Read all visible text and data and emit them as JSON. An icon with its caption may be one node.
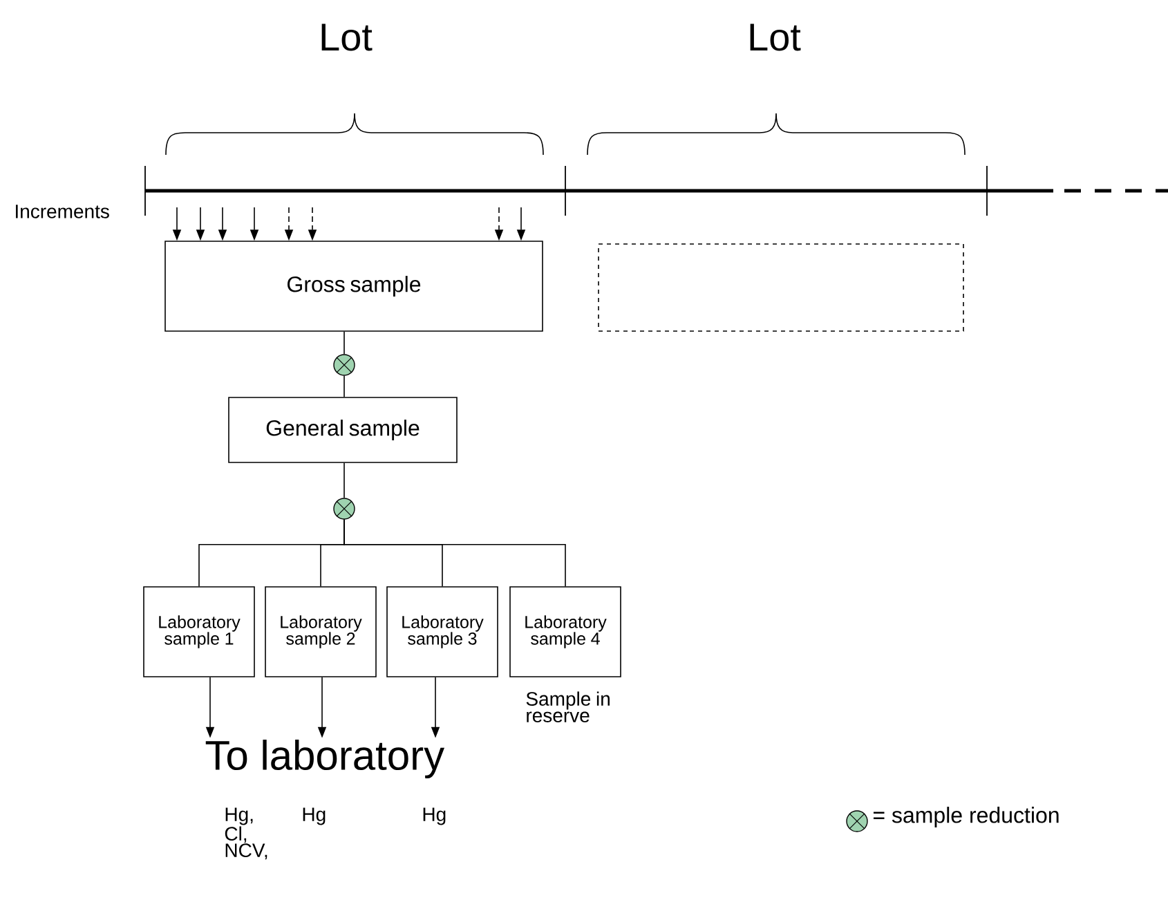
{
  "diagram": {
    "nodes": [
      {
        "text": [
          "Gross sample"
        ]
      },
      {
        "text": [],
        "shape": "box"
      },
      {
        "text": [],
        "shape": "circle"
      },
      {
        "text": [
          "General sample"
        ]
      },
      {
        "text": [],
        "shape": "circle"
      },
      {
        "text": [
          "Laboratory sample 1"
        ]
      },
      {
        "text": [
          "Laboratory sample 2"
        ]
      },
      {
        "text": [
          "Laboratory sample 3"
        ]
      },
      {
        "text": [
          "Laboratory sample 4"
        ],
        "beside": [
          "Sample in reserve"
        ]
      },
      {
        "text": [
          "To laboratory"
        ]
      }
    ],
    "edges": [
      {
        "from": null,
        "to": 0,
        "arrow": "to"
      },
      {
        "from": null,
        "to": 0,
        "arrow": "to"
      },
      {
        "from": null,
        "to": 0,
        "arrow": "to"
      },
      {
        "from": null,
        "to": 0,
        "arrow": "to"
      },
      {
        "from": null,
        "to": 0,
        "arrow": "to",
        "style": "dashed"
      },
      {
        "from": null,
        "to": 0,
        "arrow": "to",
        "style": "dashed"
      },
      {
        "from": null,
        "to": 0,
        "arrow": "to",
        "style": "dashed"
      },
      {
        "from": null,
        "to": 0,
        "arrow": "to"
      },
      {
        "from": 0,
        "to": 2,
        "arrow": "none"
      },
      {
        "from": 2,
        "to": 3,
        "arrow": "none"
      },
      {
        "from": 3,
        "to": 4,
        "arrow": "none"
      },
      {
        "from": 4,
        "to": 5,
        "arrow": "none"
      },
      {
        "from": 4,
        "to": 6,
        "arrow": "none"
      },
      {
        "from": 4,
        "to": 7,
        "arrow": "none"
      },
      {
        "from": 4,
        "to": 8,
        "arrow": "none"
      },
      {
        "from": 5,
        "to": 9,
        "arrow": "to"
      },
      {
        "from": 6,
        "to": 9,
        "arrow": "to"
      },
      {
        "from": 7,
        "to": 9,
        "arrow": "to"
      }
    ],
    "labels": [
      "Lot",
      "Lot",
      "Increments",
      "Hg, Cl, NCV,",
      "Hg",
      "Hg"
    ],
    "legend": [
      {
        "text": "= sample reduction"
      }
    ]
  }
}
